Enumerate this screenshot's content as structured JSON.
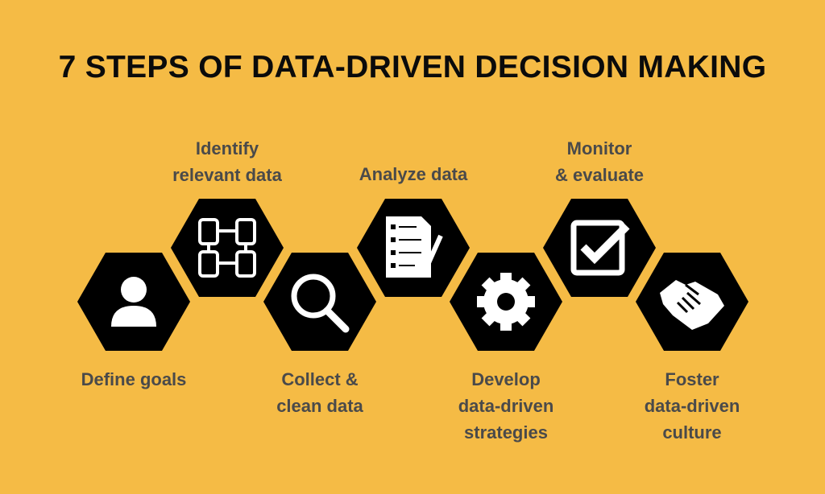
{
  "title": "7 STEPS OF DATA-DRIVEN DECISION MAKING",
  "colors": {
    "background": "#F5BB45",
    "hexagon": "#000000",
    "icon": "#ffffff",
    "label": "#4a4a4a"
  },
  "steps": [
    {
      "icon": "user-icon",
      "lines": [
        "Define goals"
      ]
    },
    {
      "icon": "joined-hands-icon",
      "lines": [
        "Identify",
        "relevant data"
      ]
    },
    {
      "icon": "magnifier-icon",
      "lines": [
        "Collect &",
        "clean data"
      ]
    },
    {
      "icon": "document-checklist-icon",
      "lines": [
        "Analyze data"
      ]
    },
    {
      "icon": "gear-icon",
      "lines": [
        "Develop",
        "data-driven",
        "strategies"
      ]
    },
    {
      "icon": "checkbox-icon",
      "lines": [
        "Monitor",
        "& evaluate"
      ]
    },
    {
      "icon": "handshake-icon",
      "lines": [
        "Foster",
        "data-driven",
        "culture"
      ]
    }
  ]
}
